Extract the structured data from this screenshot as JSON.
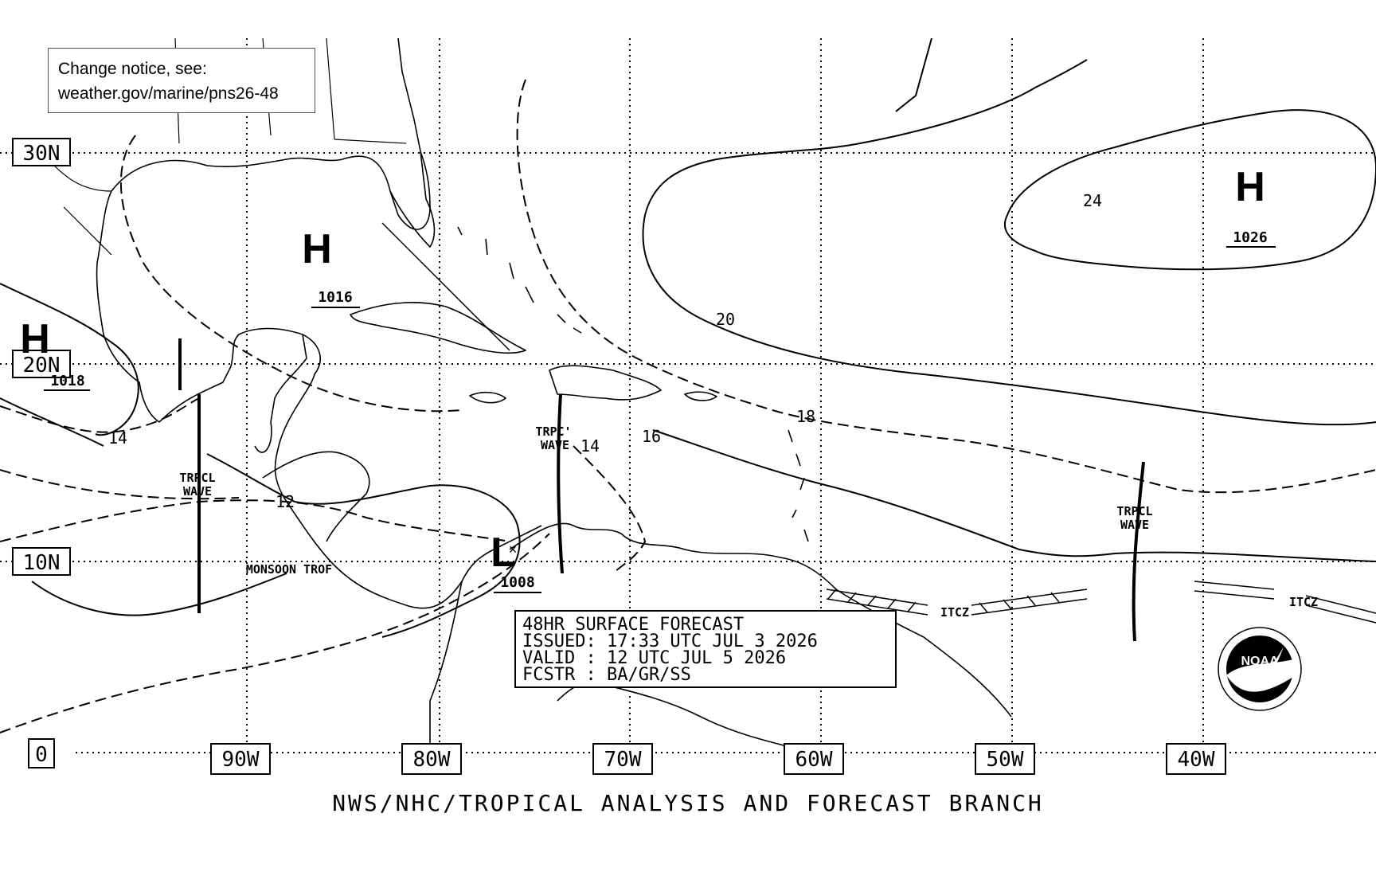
{
  "notice": {
    "line1": "Change notice, see:",
    "line2": "weather.gov/marine/pns26-48"
  },
  "lat_labels": [
    "30N",
    "20N",
    "10N",
    "0"
  ],
  "lon_labels": [
    "90W",
    "80W",
    "70W",
    "60W",
    "50W",
    "40W"
  ],
  "pressure_centers": [
    {
      "type": "H",
      "value": "1016"
    },
    {
      "type": "H",
      "value": "1018"
    },
    {
      "type": "H",
      "value": "1026"
    },
    {
      "type": "L",
      "value": "1008"
    }
  ],
  "isobar_labels": [
    "24",
    "20",
    "18",
    "16",
    "14",
    "14",
    "12"
  ],
  "features": {
    "wave_left_line1": "TRPCL",
    "wave_left_line2": "WAVE",
    "wave_mid_line1": "TRPC'",
    "wave_mid_line2": "WAVE",
    "wave_right_line1": "TRPCL",
    "wave_right_line2": "WAVE",
    "monsoon": "MONSOON TROF",
    "itcz": "ITCZ"
  },
  "forecast_box": {
    "line1": "48HR SURFACE FORECAST",
    "line2": "ISSUED: 17:33 UTC JUL 3 2026",
    "line3": "VALID : 12 UTC JUL 5 2026",
    "line4": "FCSTR : BA/GR/SS"
  },
  "footer": "NWS/NHC/TROPICAL ANALYSIS AND FORECAST BRANCH",
  "logo": {
    "text": "NOAA",
    "icon": "noaa-logo-icon"
  }
}
